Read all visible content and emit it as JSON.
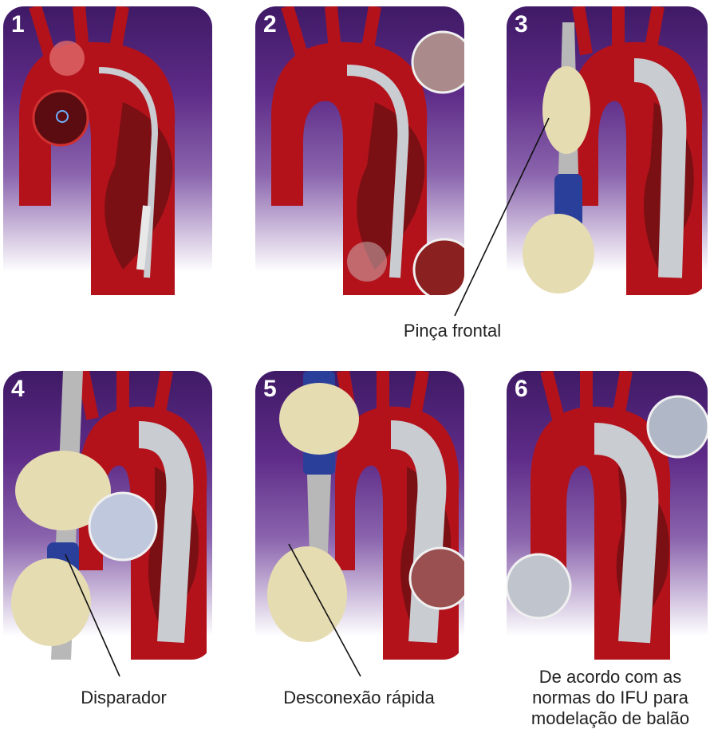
{
  "panels": [
    {
      "number": "1"
    },
    {
      "number": "2"
    },
    {
      "number": "3"
    },
    {
      "number": "4"
    },
    {
      "number": "5"
    },
    {
      "number": "6"
    }
  ],
  "labels": {
    "frontal_clamp": "Pinça frontal",
    "trigger": "Disparador",
    "quick_disconnect": "Desconexão rápida",
    "ifu_line1": "De acordo com as",
    "ifu_line2": "normas do IFU para",
    "ifu_line3": "modelação de balão"
  },
  "colors": {
    "background_top": "#3f1a66",
    "aorta_red": "#b3121b",
    "aneurysm_red": "#7a0f14",
    "device_silver": "#c9ccd1",
    "handle_blue": "#2a3f9a",
    "skin": "#e6dcb2"
  }
}
